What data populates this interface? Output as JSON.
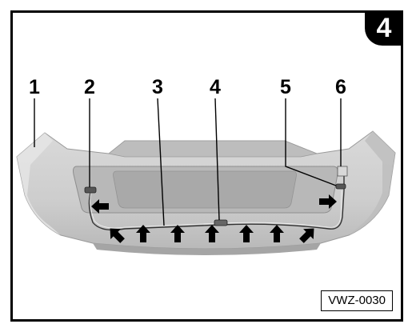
{
  "figure": {
    "badge": "4",
    "reference": "VWZ-0030",
    "callouts": [
      {
        "id": "c1",
        "label": "1"
      },
      {
        "id": "c2",
        "label": "2"
      },
      {
        "id": "c3",
        "label": "3"
      },
      {
        "id": "c4",
        "label": "4"
      },
      {
        "id": "c5",
        "label": "5"
      },
      {
        "id": "c6",
        "label": "6"
      }
    ],
    "colors": {
      "bumper": "#cfcfcf",
      "bumper_shadow": "#a9a9a9",
      "recess": "#b3b3b3",
      "arrow": "#000000",
      "frame": "#000000"
    }
  }
}
